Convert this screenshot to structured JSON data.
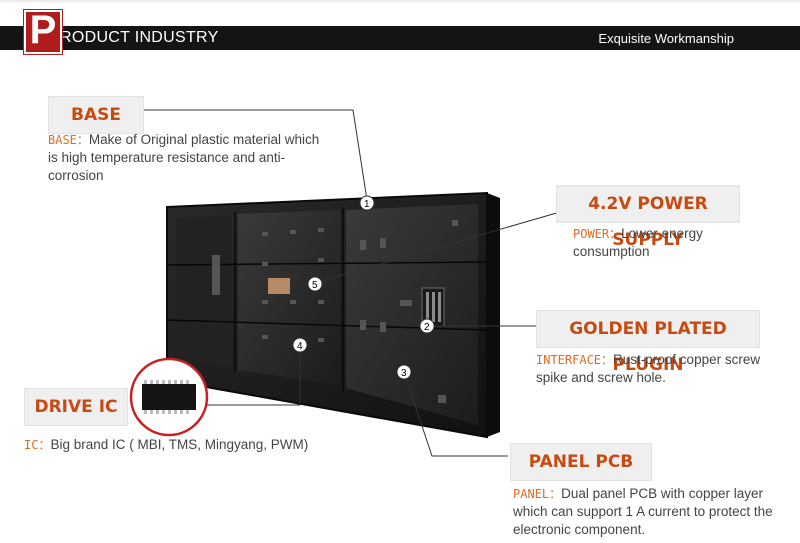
{
  "header": {
    "logo_letter": "P",
    "title": "RODUCT INDUSTRY",
    "tagline": "Exquisite Workmanship"
  },
  "callouts": [
    {
      "id": "1",
      "tag": "BASE",
      "label": "BASE：",
      "text": "Make of Original plastic material which is high temperature resistance and anti-corrosion"
    },
    {
      "id": "5",
      "tag": "4.2V POWER SUPPLY",
      "label": "POWER：",
      "text": "Lower energy consumption"
    },
    {
      "id": "2",
      "tag": "GOLDEN PLATED PLUGIN",
      "label": "INTERFACE：",
      "text": "Rust-proof copper screw spike and screw hole."
    },
    {
      "id": "4",
      "tag": "DRIVE IC",
      "label": "IC：",
      "text": "Big brand IC ( MBI, TMS, Mingyang, PWM)"
    },
    {
      "id": "3",
      "tag": "PANEL PCB",
      "label": "PANEL：",
      "text": "Dual panel PCB with copper layer which can support 1 A current to protect the electronic component."
    }
  ],
  "markers": [
    "1",
    "2",
    "3",
    "4",
    "5"
  ],
  "colors": {
    "header_bg": "#141414",
    "logo_red": "#b01d1d",
    "tag_text": "#c84a12",
    "label_orange": "#e16b1f",
    "body_text": "#444444"
  }
}
